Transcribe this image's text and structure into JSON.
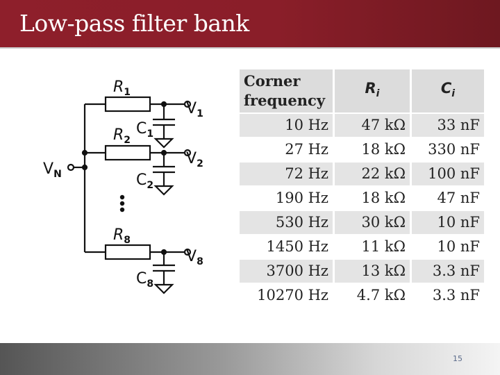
{
  "slide": {
    "title": "Low-pass filter bank",
    "page_number": "15"
  },
  "circuit": {
    "labels": {
      "vin_main": "V",
      "vin_sub": "N",
      "r1_main": "R",
      "r1_sub": "1",
      "r2_main": "R",
      "r2_sub": "2",
      "r8_main": "R",
      "r8_sub": "8",
      "c1_main": "C",
      "c1_sub": "1",
      "c2_main": "C",
      "c2_sub": "2",
      "c8_main": "C",
      "c8_sub": "8",
      "v1_main": "V",
      "v1_sub": "1",
      "v2_main": "V",
      "v2_sub": "2",
      "v8_main": "V",
      "v8_sub": "8"
    }
  },
  "table": {
    "headers": {
      "corner_line1": "Corner",
      "corner_line2": "frequency",
      "ri_main": "R",
      "ri_sub": "i",
      "ci_main": "C",
      "ci_sub": "i"
    },
    "rows": [
      {
        "freq": "10 Hz",
        "r": "47 kΩ",
        "c": "33 nF"
      },
      {
        "freq": "27 Hz",
        "r": "18 kΩ",
        "c": "330 nF"
      },
      {
        "freq": "72 Hz",
        "r": "22 kΩ",
        "c": "100 nF"
      },
      {
        "freq": "190 Hz",
        "r": "18 kΩ",
        "c": "47 nF"
      },
      {
        "freq": "530 Hz",
        "r": "30 kΩ",
        "c": "10 nF"
      },
      {
        "freq": "1450 Hz",
        "r": "11 kΩ",
        "c": "10 nF"
      },
      {
        "freq": "3700 Hz",
        "r": "13 kΩ",
        "c": "3.3 nF"
      },
      {
        "freq": "10270 Hz",
        "r": "4.7 kΩ",
        "c": "3.3 nF"
      }
    ]
  },
  "colors": {
    "title_bar": "#8e1f2b",
    "table_stripe": "#e4e4e4"
  }
}
